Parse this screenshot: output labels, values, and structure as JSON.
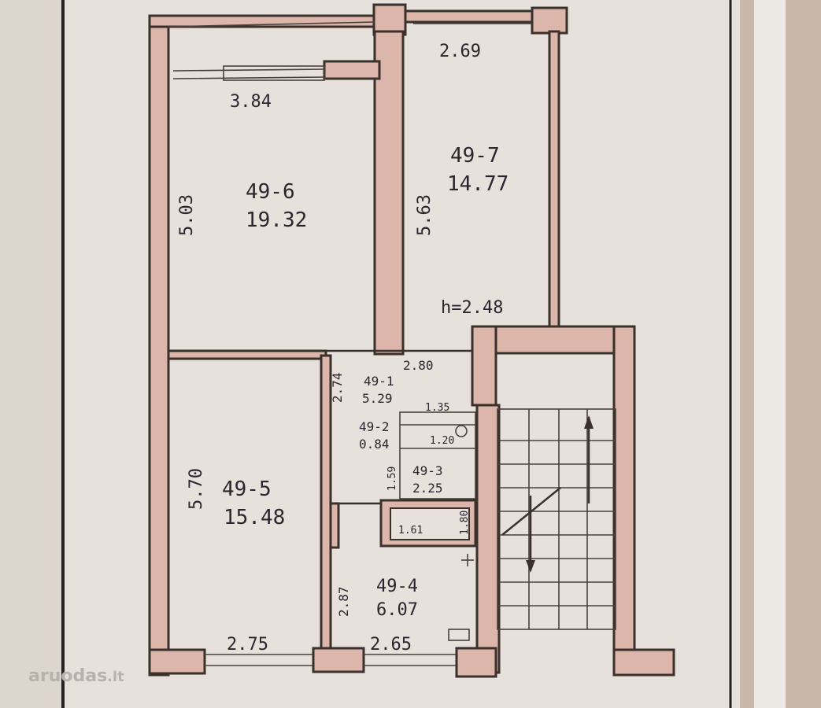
{
  "plan": {
    "ceiling_height": "h=2.48",
    "dims": {
      "top_right": "2.69",
      "top_left": "3.84",
      "left_upper": "5.03",
      "mid_upper": "5.63",
      "corridor_width": "2.80",
      "left_lower": "5.70",
      "corridor_mid": "2.74",
      "bath_w": "1.35",
      "wc_w": "1.20",
      "bath_h": "1.59",
      "kitchen_pass": "1.61",
      "kitchen_side": "1.80",
      "kitchen_left": "2.87",
      "bottom_left": "2.75",
      "bottom_right": "2.65"
    },
    "rooms": [
      {
        "id": "49-6",
        "area": "19.32"
      },
      {
        "id": "49-7",
        "area": "14.77"
      },
      {
        "id": "49-1",
        "area": "5.29"
      },
      {
        "id": "49-2",
        "area": "0.84"
      },
      {
        "id": "49-3",
        "area": "2.25"
      },
      {
        "id": "49-5",
        "area": "15.48"
      },
      {
        "id": "49-4",
        "area": "6.07"
      }
    ]
  },
  "watermark": {
    "name": "aruodas",
    "tld": ".lt"
  }
}
